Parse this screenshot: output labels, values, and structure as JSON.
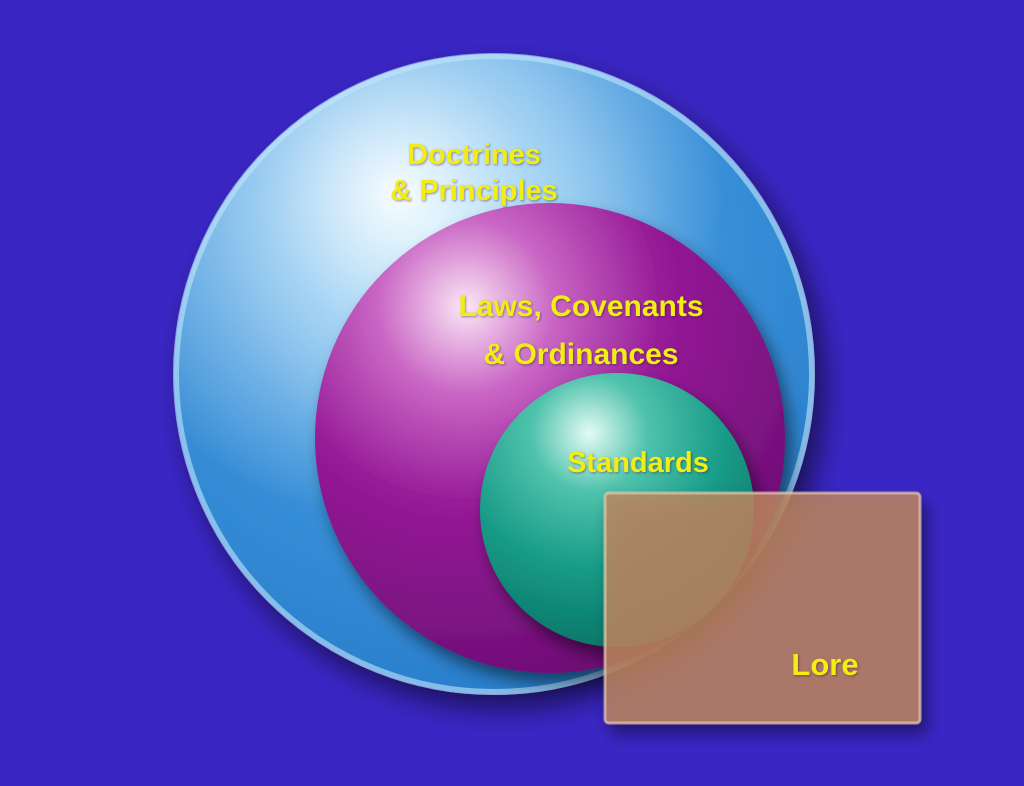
{
  "diagram": {
    "background_color": "#3a26c4",
    "label_color": "#f2ee12",
    "circles": [
      {
        "id": "doctrines",
        "lines": [
          "Doctrines",
          "& Principles"
        ],
        "color": "#3a8fd8"
      },
      {
        "id": "laws",
        "lines": [
          "Laws, Covenants",
          "& Ordinances"
        ],
        "color": "#8e1494"
      },
      {
        "id": "standards",
        "lines": [
          "Standards"
        ],
        "color": "#139a88"
      }
    ],
    "box": {
      "id": "lore",
      "label": "Lore",
      "color": "#c08660",
      "opacity": 0.82
    }
  }
}
